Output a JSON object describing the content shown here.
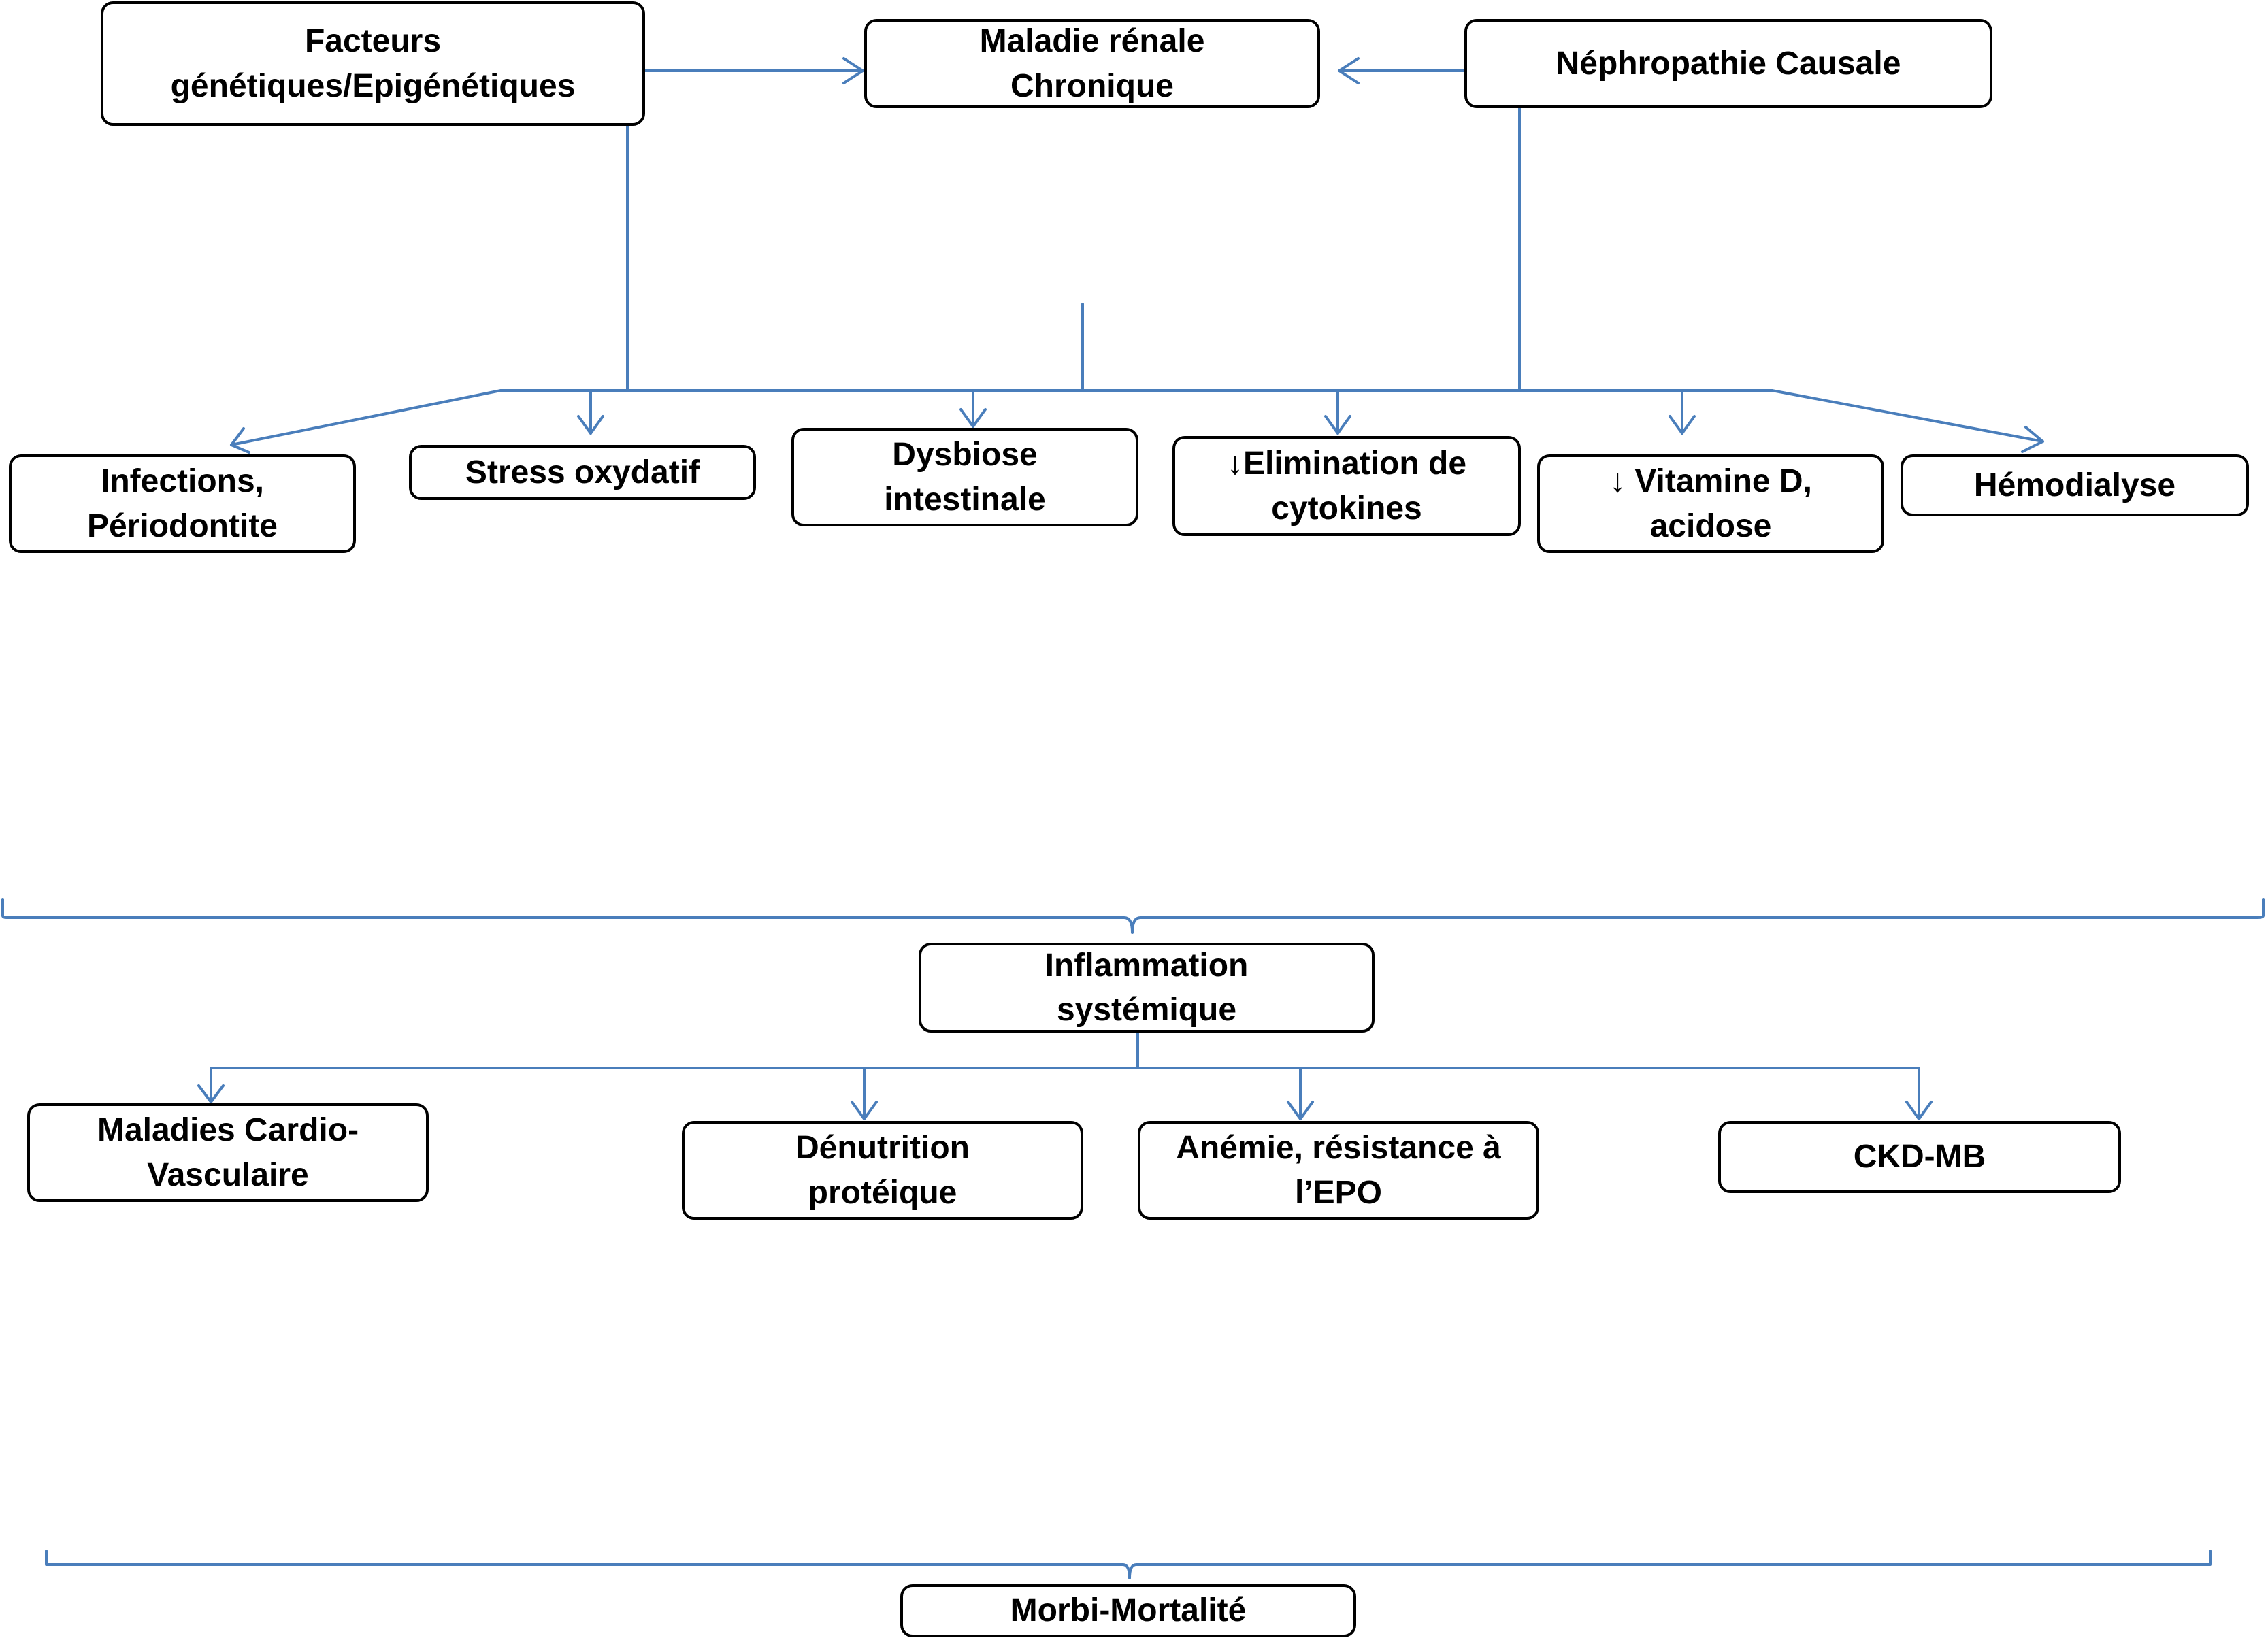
{
  "colors": {
    "connector": "#4a7ebb",
    "box_border": "#000000",
    "text": "#000000",
    "background": "#ffffff"
  },
  "nodes": {
    "genetic": {
      "line1": "Facteurs",
      "line2": "génétiques/Epigénétiques"
    },
    "ckd": {
      "line1": "Maladie rénale",
      "line2": "Chronique"
    },
    "nephro": {
      "line1": "Néphropathie Causale"
    },
    "infections": {
      "line1": "Infections,",
      "line2": "Périodontite"
    },
    "stress": {
      "line1": "Stress oxydatif"
    },
    "dysbiose": {
      "line1": "Dysbiose",
      "line2": "intestinale"
    },
    "cytokines": {
      "line1": "↓Elimination de",
      "line2": "cytokines"
    },
    "vitd": {
      "line1": "↓ Vitamine D,",
      "line2": "acidose"
    },
    "hemo": {
      "line1": "Hémodialyse"
    },
    "inflammation": {
      "line1": "Inflammation",
      "line2": "systémique"
    },
    "cardio": {
      "line1": "Maladies Cardio-",
      "line2": "Vasculaire"
    },
    "denutrition": {
      "line1": "Dénutrition",
      "line2": "protéique"
    },
    "anemie": {
      "line1": "Anémie, résistance à",
      "line2": "l’EPO"
    },
    "ckdmb": {
      "line1": "CKD-MB"
    },
    "morbi": {
      "line1": "Morbi-Mortalité"
    }
  }
}
